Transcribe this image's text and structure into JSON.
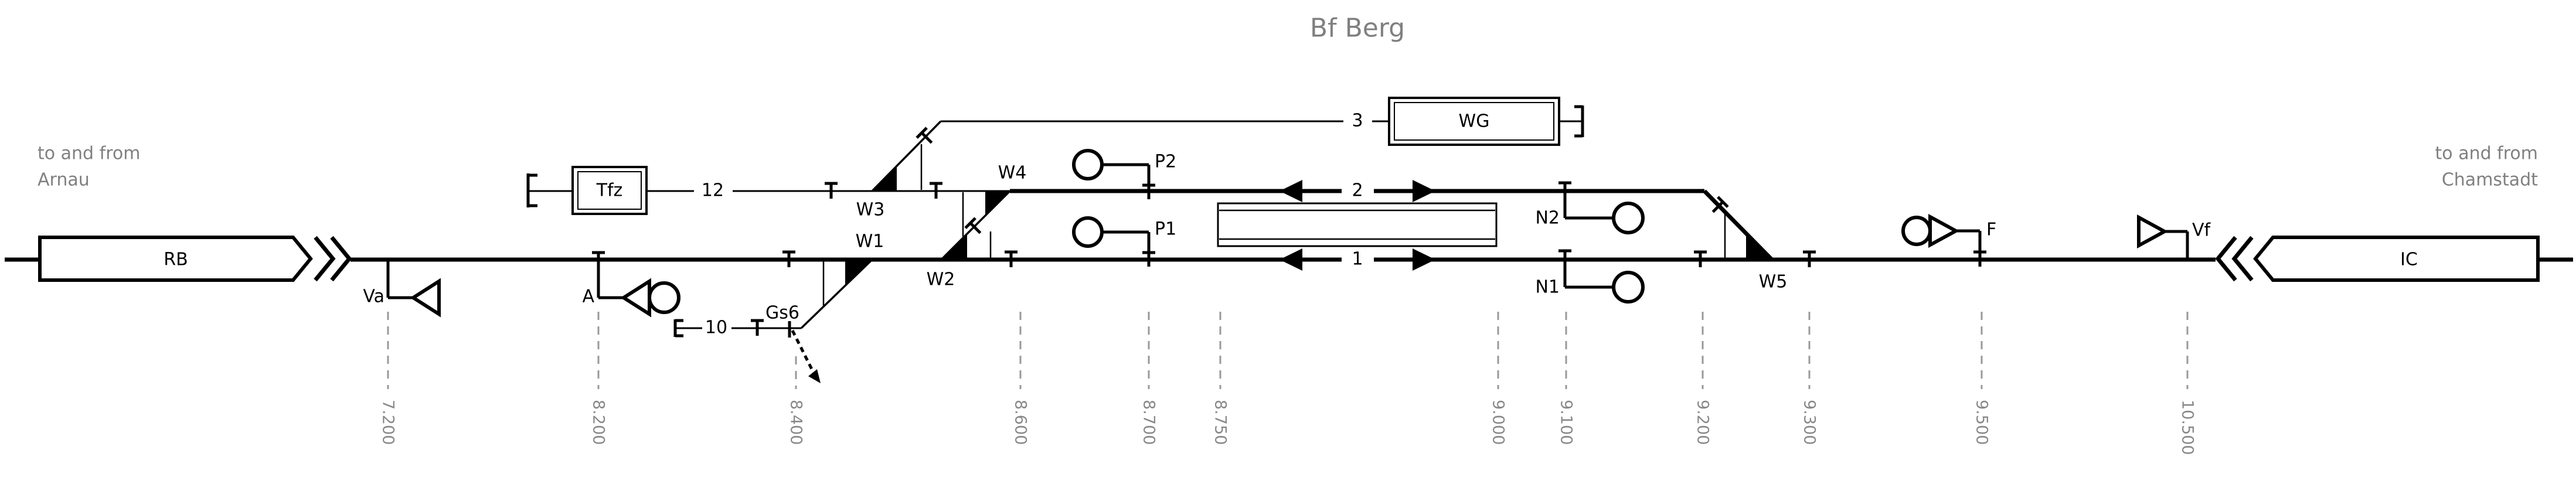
{
  "title": "Bf Berg",
  "endpoints": {
    "left": {
      "line1": "to and from",
      "line2": "Arnau"
    },
    "right": {
      "line1": "to and from",
      "line2": "Chamstadt"
    }
  },
  "trains": {
    "left_route": "RB",
    "right_route": "IC"
  },
  "facilities": {
    "tfz": "Tfz",
    "wg": "WG"
  },
  "tracks": {
    "t1": "1",
    "t2": "2",
    "t3": "3",
    "t10": "10",
    "t12": "12"
  },
  "signals": {
    "va": "Va",
    "a": "A",
    "p1": "P1",
    "p2": "P2",
    "n1": "N1",
    "n2": "N2",
    "f": "F",
    "vf": "Vf"
  },
  "derailer": {
    "gs6": "Gs6"
  },
  "switches": {
    "w1": "W1",
    "w2": "W2",
    "w3": "W3",
    "w4": "W4",
    "w5": "W5"
  },
  "km_markers": [
    {
      "label": "7.200"
    },
    {
      "label": "8.200"
    },
    {
      "label": "8.400"
    },
    {
      "label": "8.600"
    },
    {
      "label": "8.700"
    },
    {
      "label": "8.750"
    },
    {
      "label": "9.000"
    },
    {
      "label": "9.100"
    },
    {
      "label": "9.200"
    },
    {
      "label": "9.300"
    },
    {
      "label": "9.500"
    },
    {
      "label": "10.500"
    }
  ],
  "colors": {
    "track": "#000000",
    "label_gray": "#808080",
    "km_gray": "#888888",
    "dash_gray": "#999999",
    "background": "#ffffff"
  }
}
